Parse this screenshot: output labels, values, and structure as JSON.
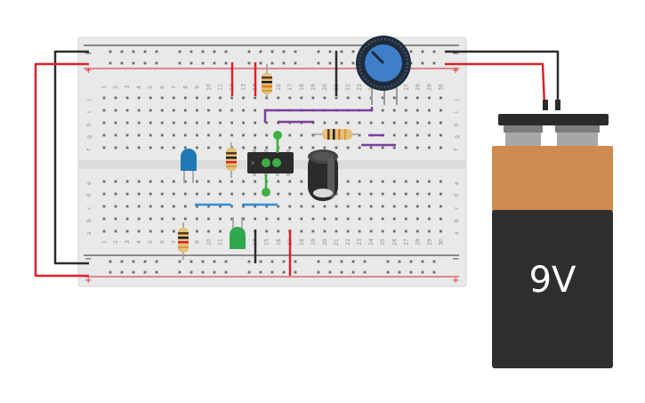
{
  "breadcrumb_columns": [
    "1",
    "2",
    "3",
    "4",
    "5",
    "6",
    "7",
    "8",
    "9",
    "10",
    "11",
    "12",
    "13",
    "14",
    "15",
    "16",
    "17",
    "18",
    "19",
    "20",
    "21",
    "22",
    "23",
    "24",
    "25",
    "26",
    "27",
    "28",
    "29",
    "30"
  ],
  "row_labels_top": [
    "j",
    "i",
    "h",
    "g",
    "f"
  ],
  "row_labels_bottom": [
    "e",
    "d",
    "c",
    "b",
    "a"
  ],
  "rail_signs": {
    "minus": "−",
    "plus": "+"
  },
  "battery": {
    "label": "9V"
  },
  "colors": {
    "wire_red": "#d8232a",
    "wire_black": "#2b2b2b",
    "wire_purple": "#7a3fa0",
    "wire_blue": "#2d8fd6",
    "wire_green": "#3cb043",
    "led_blue": "#1f78b4",
    "led_green": "#2fa84f",
    "battery_top": "#cf8a4f",
    "battery_bottom": "#2f2f2f",
    "pot_blue": "#3d7fc9"
  },
  "icons": [
    "breadboard-icon",
    "battery-9v-icon",
    "potentiometer-icon",
    "resistor-icon",
    "led-icon",
    "capacitor-icon",
    "ic-chip-icon",
    "pushbutton-icon"
  ]
}
